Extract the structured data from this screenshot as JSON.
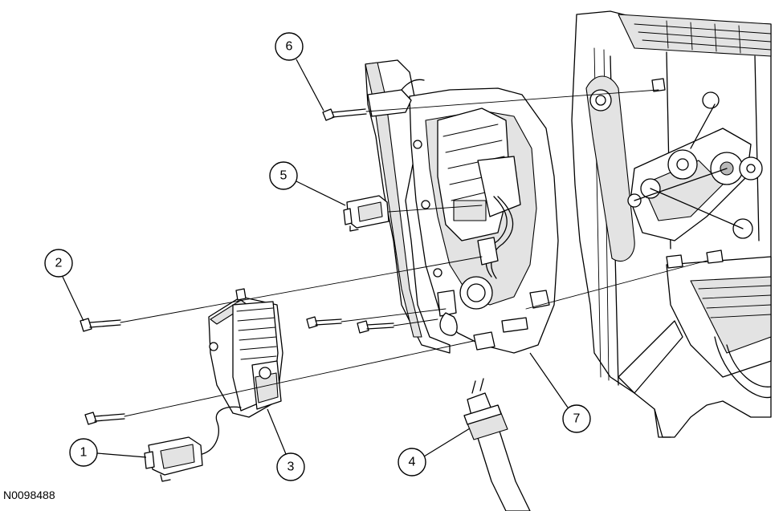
{
  "figure": {
    "id": "N0098488"
  },
  "callouts": {
    "c1": "1",
    "c2": "2",
    "c3": "3",
    "c4": "4",
    "c5": "5",
    "c6": "6",
    "c7": "7"
  }
}
